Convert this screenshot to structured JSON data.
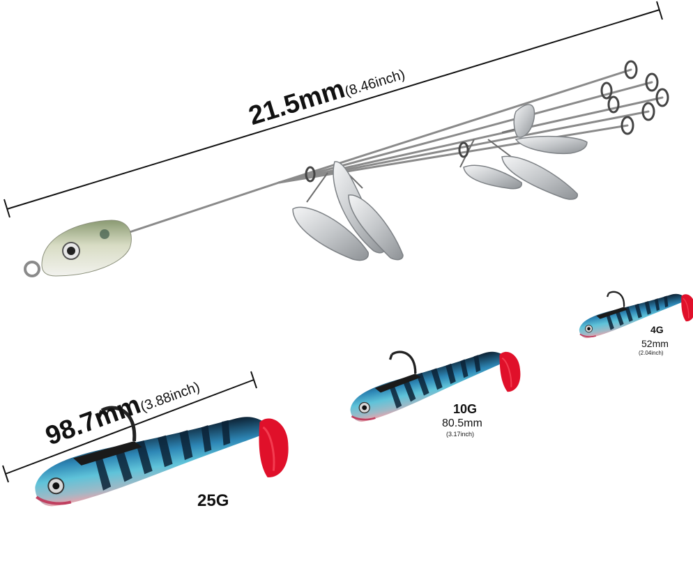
{
  "rig": {
    "length_label": "21.5mm",
    "length_inch": "(8.46inch)"
  },
  "lures": [
    {
      "weight": "25G",
      "length": "98.7mm",
      "length_inch": "(3.88inch)"
    },
    {
      "weight": "10G",
      "length": "80.5mm",
      "length_inch": "(3.17inch)"
    },
    {
      "weight": "4G",
      "length": "52mm",
      "length_inch": "(2.04inch)"
    }
  ],
  "colors": {
    "lure_body": "#2a6f9a",
    "lure_stripe": "#0f2c44",
    "lure_tail": "#e0102a",
    "rig_head": "#cfd3b8",
    "wire": "#8a8a8a",
    "blade": "#c9cccf"
  }
}
